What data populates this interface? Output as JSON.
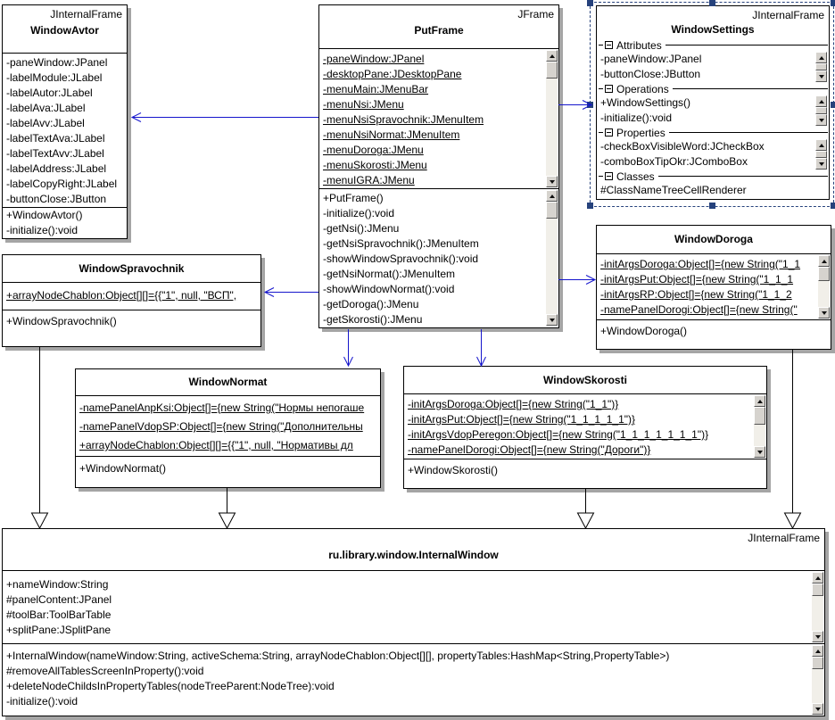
{
  "colors": {
    "connector-blue": "#1515cc",
    "selection-navy": "#26427c",
    "shadow-gray": "#a5a5a5",
    "scroll-face": "#d6d3ce"
  },
  "classes": {
    "windowAvtor": {
      "stereotype": "JInternalFrame",
      "name": "WindowAvtor",
      "fields": [
        "-paneWindow:JPanel",
        "-labelModule:JLabel",
        "-labelAutor:JLabel",
        "-labelAva:JLabel",
        "-labelAvv:JLabel",
        "-labelTextAva:JLabel",
        "-labelTextAvv:JLabel",
        "-labelAddress:JLabel",
        "-labelCopyRight:JLabel",
        "-buttonClose:JButton"
      ],
      "methods": [
        "+WindowAvtor()",
        "-initialize():void"
      ]
    },
    "putFrame": {
      "stereotype": "JFrame",
      "name": "PutFrame",
      "fields": [
        "-paneWindow:JPanel",
        "-desktopPane:JDesktopPane",
        "-menuMain:JMenuBar",
        "-menuNsi:JMenu",
        "-menuNsiSpravochnik:JMenuItem",
        "-menuNsiNormat:JMenuItem",
        "-menuDoroga:JMenu",
        "-menuSkorosti:JMenu",
        "-menuIGRA:JMenu"
      ],
      "methods": [
        "+PutFrame()",
        "-initialize():void",
        "-getNsi():JMenu",
        "-getNsiSpravochnik():JMenuItem",
        "-showWindowSpravochnik():void",
        "-getNsiNormat():JMenuItem",
        "-showWindowNormat():void",
        "-getDoroga():JMenu",
        "-getSkorosti():JMenu"
      ]
    },
    "windowSettings": {
      "stereotype": "JInternalFrame",
      "name": "WindowSettings",
      "sections": {
        "attributes": {
          "label": "Attributes",
          "rows": [
            "-paneWindow:JPanel",
            "-buttonClose:JButton"
          ]
        },
        "operations": {
          "label": "Operations",
          "rows": [
            "+WindowSettings()",
            "-initialize():void"
          ]
        },
        "properties": {
          "label": "Properties",
          "rows": [
            "-checkBoxVisibleWord:JCheckBox",
            "-comboBoxTipOkr:JComboBox"
          ]
        },
        "classes": {
          "label": "Classes",
          "rows": [
            "#ClassNameTreeCellRenderer"
          ]
        }
      }
    },
    "windowSpravochnik": {
      "name": "WindowSpravochnik",
      "fields": [
        "+arrayNodeChablon:Object[][]={{\"1\", null, \"ВСП\","
      ],
      "methods": [
        "+WindowSpravochnik()"
      ]
    },
    "windowDoroga": {
      "name": "WindowDoroga",
      "fields": [
        "-initArgsDoroga:Object[]={new String(\"1_1",
        "-initArgsPut:Object[]={new String(\"1_1_1",
        "-initArgsRP:Object[]={new String(\"1_1_2",
        "-namePanelDorogi:Object[]={new String(\""
      ],
      "methods": [
        "+WindowDoroga()"
      ]
    },
    "windowNormat": {
      "name": "WindowNormat",
      "fields": [
        "-namePanelAnpKsi:Object[]={new String(\"Нормы непогаше",
        "-namePanelVdopSP:Object[]={new String(\"Дополнительны",
        "+arrayNodeChablon:Object[][]={{\"1\", null, \"Нормативы дл"
      ],
      "methods": [
        "+WindowNormat()"
      ]
    },
    "windowSkorosti": {
      "name": "WindowSkorosti",
      "fields": [
        "-initArgsDoroga:Object[]={new String(\"1_1\")}",
        "-initArgsPut:Object[]={new String(\"1_1_1_1_1\")}",
        "-initArgsVdopPeregon:Object[]={new String(\"1_1_1_1_1_1_1\")}",
        "-namePanelDorogi:Object[]={new String(\"Дороги\")}"
      ],
      "methods": [
        "+WindowSkorosti()"
      ]
    },
    "internalWindow": {
      "stereotype": "JInternalFrame",
      "name": "ru.library.window.InternalWindow",
      "fields": [
        "+nameWindow:String",
        "#panelContent:JPanel",
        "#toolBar:ToolBarTable",
        "+splitPane:JSplitPane"
      ],
      "methods": [
        "+InternalWindow(nameWindow:String, activeSchema:String, arrayNodeChablon:Object[][], propertyTables:HashMap<String,PropertyTable>)",
        "#removeAllTablesScreenInProperty():void",
        "+deleteNodeChildsInPropertyTables(nodeTreeParent:NodeTree):void",
        "-initialize():void"
      ]
    }
  }
}
